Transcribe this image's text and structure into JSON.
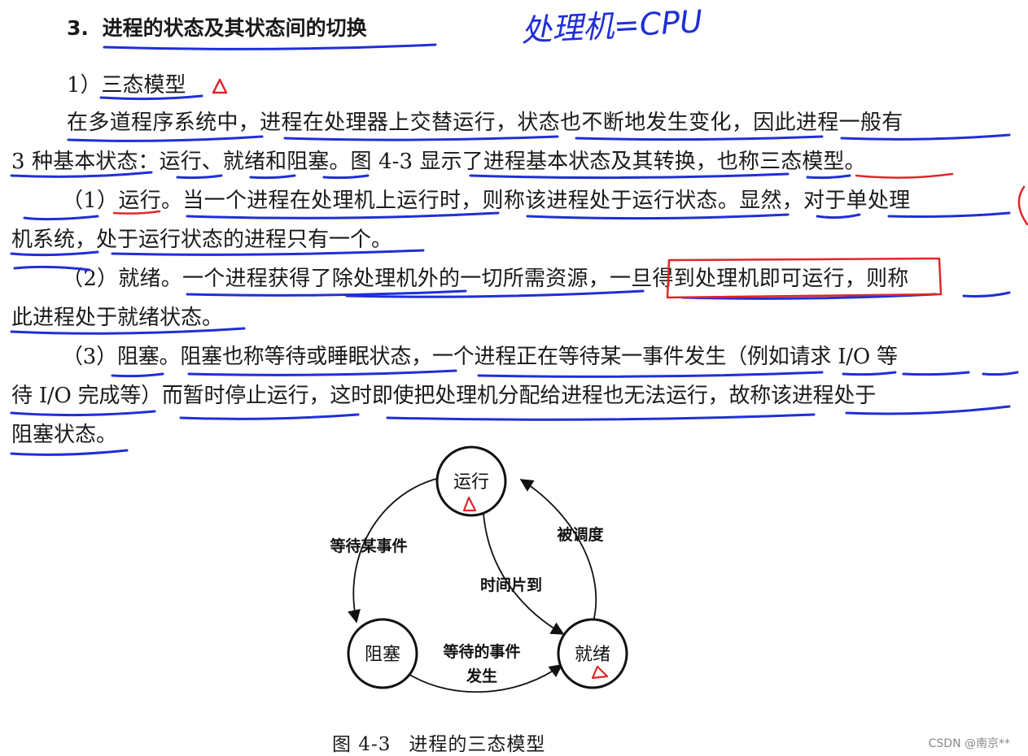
{
  "section": {
    "number": "3.",
    "title": "进程的状态及其状态间的切换"
  },
  "handwriting_note": "处理机=CPU",
  "subsection": {
    "number": "1）",
    "title": "三态模型"
  },
  "paragraphs": [
    "在多道程序系统中，进程在处理器上交替运行，状态也不断地发生变化，因此进程一般有",
    "3 种基本状态：运行、就绪和阻塞。图 4-3 显示了进程基本状态及其转换，也称三态模型。",
    "（1）运行。当一个进程在处理机上运行时，则称该进程处于运行状态。显然，对于单处理",
    "机系统，处于运行状态的进程只有一个。",
    "（2）就绪。一个进程获得了除处理机外的一切所需资源，一旦得到处理机即可运行，则称",
    "此进程处于就绪状态。",
    "（3）阻塞。阻塞也称等待或睡眠状态，一个进程正在等待某一事件发生（例如请求 I/O 等",
    "待 I/O 完成等）而暂时停止运行，这时即使把处理机分配给进程也无法运行，故称该进程处于",
    "阻塞状态。"
  ],
  "diagram": {
    "states": {
      "running": "运行",
      "ready": "就绪",
      "blocked": "阻塞"
    },
    "transitions": {
      "running_to_blocked": "等待某事件",
      "ready_to_running": "被调度",
      "running_to_ready": "时间片到",
      "blocked_to_ready_line1": "等待的事件",
      "blocked_to_ready_line2": "发生"
    }
  },
  "caption": {
    "number": "图 4-3",
    "text": "进程的三态模型"
  },
  "watermark": "CSDN @南京**",
  "colors": {
    "pen_blue": "#1f2fd6",
    "pen_red": "#e0262a",
    "text": "#1a1a1a"
  }
}
